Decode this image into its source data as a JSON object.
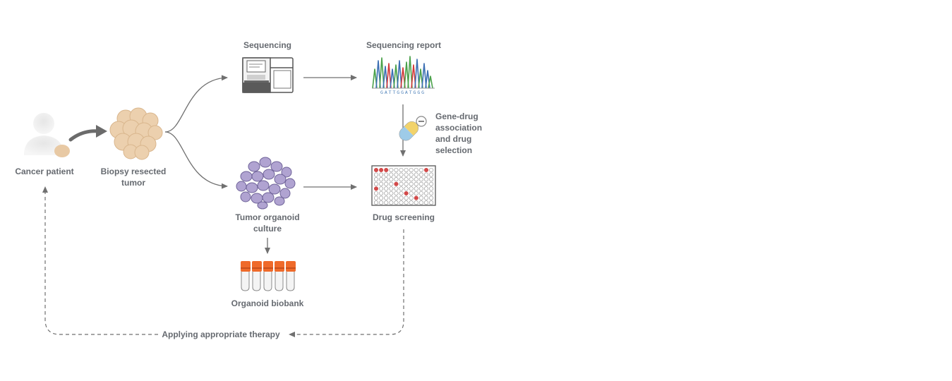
{
  "labels": {
    "cancer_patient": "Cancer patient",
    "biopsy_line1": "Biopsy resected",
    "biopsy_line2": "tumor",
    "sequencing": "Sequencing",
    "sequencing_report": "Sequencing report",
    "gene_drug_line1": "Gene-drug",
    "gene_drug_line2": "association",
    "gene_drug_line3": "and drug",
    "gene_drug_line4": "selection",
    "tumor_organoid_line1": "Tumor organoid",
    "tumor_organoid_line2": "culture",
    "drug_screening": "Drug screening",
    "organoid_biobank": "Organoid biobank",
    "applying_therapy": "Applying appropriate therapy"
  },
  "dna_bases": "GATTGGATGGG",
  "colors": {
    "text": "#666a70",
    "arrow": "#707070",
    "tissue": "#e8c9a4",
    "organoid": "#a89ac8",
    "tube_cap": "#ef6a2a",
    "well_hit": "#d24a4a",
    "pill_yellow": "#f2d36b",
    "pill_blue": "#9ecbe8"
  },
  "icons": [
    "person-icon",
    "tumor-cells-icon",
    "sequencer-icon",
    "chromatogram-icon",
    "pill-icon",
    "organoid-icon",
    "well-plate-icon",
    "test-tubes-icon"
  ]
}
